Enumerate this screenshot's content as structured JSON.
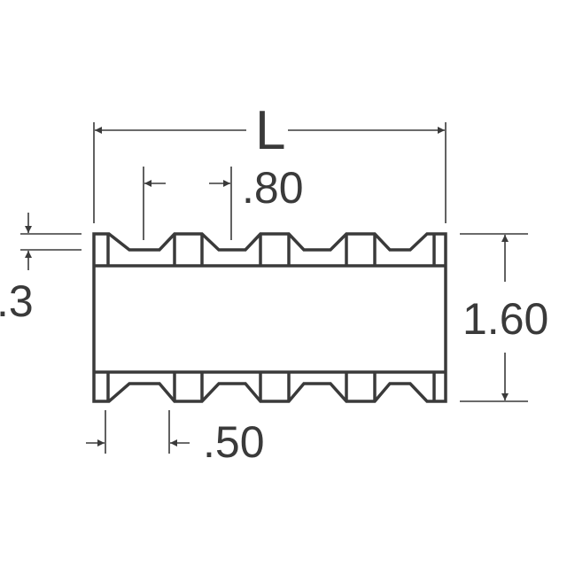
{
  "drawing": {
    "title": "Resistor array chip package outline",
    "dimensions": {
      "length": "L",
      "pitch": ".80",
      "terminal_thickness": ".3",
      "width": "1.60",
      "terminal_width": ".50"
    },
    "colors": {
      "line": "#3a3a3a",
      "background": "#ffffff"
    }
  }
}
